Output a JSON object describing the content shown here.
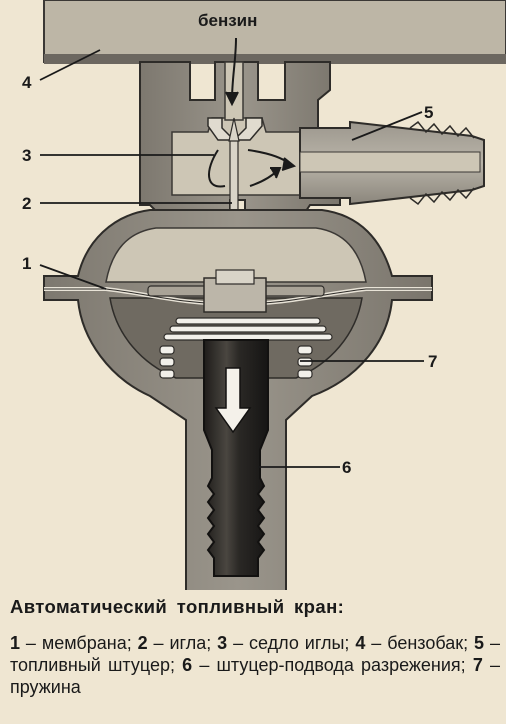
{
  "fuel_label": "бензин",
  "callouts": [
    {
      "number": "4"
    },
    {
      "number": "5"
    },
    {
      "number": "3"
    },
    {
      "number": "2"
    },
    {
      "number": "1"
    },
    {
      "number": "7"
    },
    {
      "number": "6"
    }
  ],
  "caption": {
    "title": "Автоматический топливный кран:",
    "legend": [
      {
        "num": "1",
        "text": " – мембрана; "
      },
      {
        "num": "2",
        "text": " – игла; "
      },
      {
        "num": "3",
        "text": " – седло иглы; "
      },
      {
        "num": "4",
        "text": " – бензобак; "
      },
      {
        "num": "5",
        "text": " – топливный штуцер; "
      },
      {
        "num": "6",
        "text": " – штуцер-подвода разрежения; "
      },
      {
        "num": "7",
        "text": " – пружина"
      }
    ]
  },
  "colors": {
    "paper": "#efe6d2",
    "body_metal": "#8f8a80",
    "body_dark": "#5b5650",
    "cavity": "#c9c1af",
    "hose_dark": "#2c2a27",
    "spring": "#f2f0ea"
  }
}
